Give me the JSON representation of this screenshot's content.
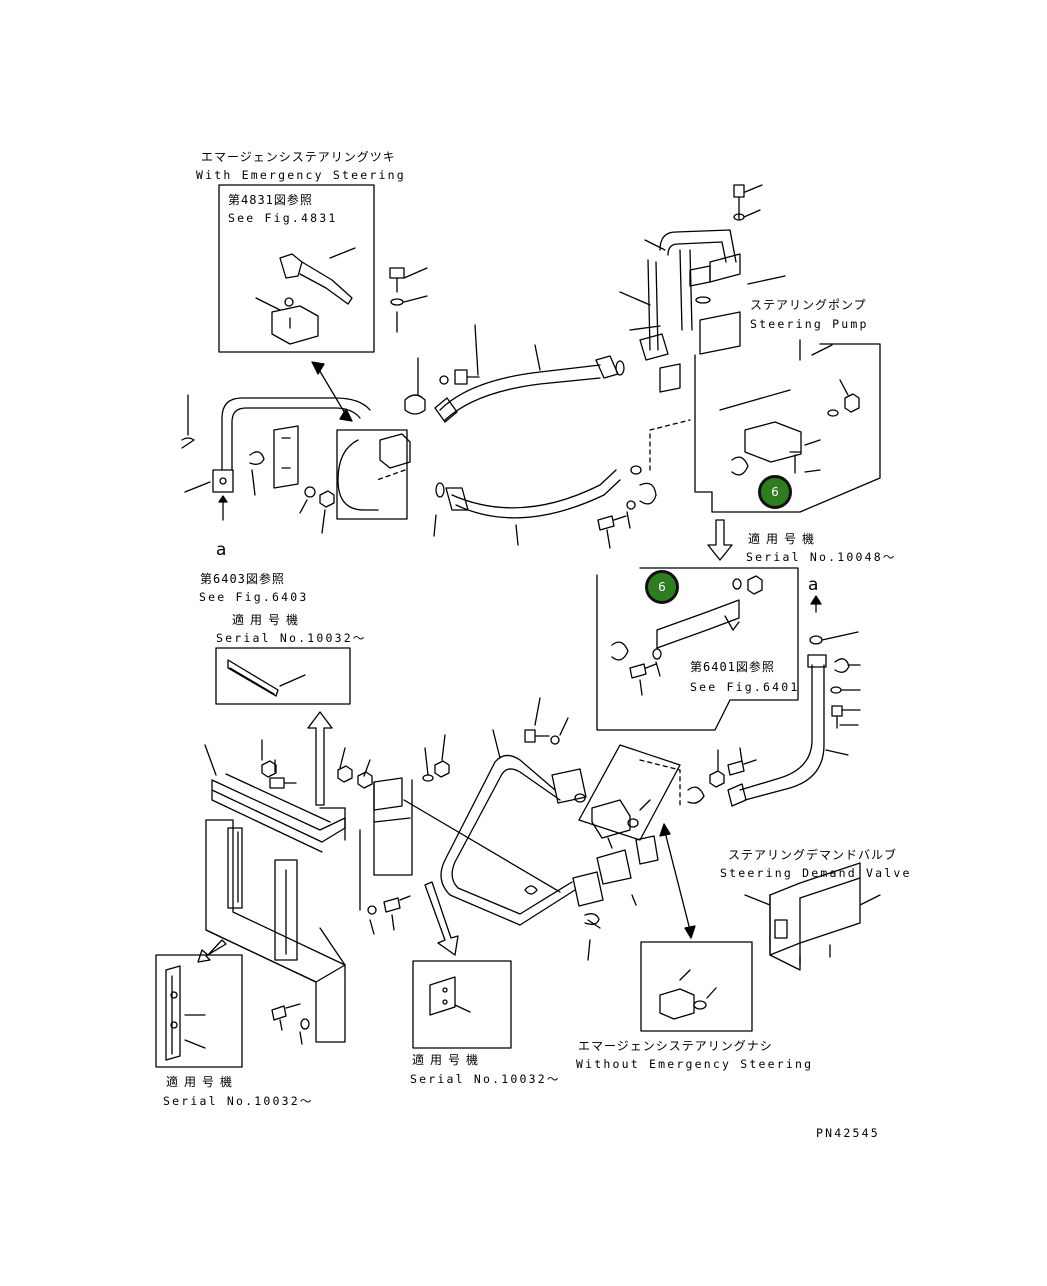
{
  "labels": {
    "emergency_jp": "エマージェンシステアリングツキ",
    "emergency_en": "With Emergency Steering",
    "fig4831_jp": "第4831図参照",
    "fig4831_en": "See Fig.4831",
    "pump_jp": "ステアリングポンプ",
    "pump_en": "Steering Pump",
    "serial_10048_jp": "適用号機",
    "serial_10048_en": "Serial No.10048～",
    "fig6401_jp": "第6401図参照",
    "fig6401_en": "See Fig.6401",
    "fig6403_jp": "第6403図参照",
    "fig6403_en": "See Fig.6403",
    "serial_a_jp": "適用号機",
    "serial_a_en": "Serial No.10032～",
    "valve_jp": "ステアリングデマンドバルブ",
    "valve_en": "Steering Demand Valve",
    "serial_b_jp": "適用号機",
    "serial_b_en": "Serial No.10032～",
    "serial_c_jp": "適用号機",
    "serial_c_en": "Serial No.10032～",
    "without_jp": "エマージェンシステアリングナシ",
    "without_en": "Without Emergency Steering",
    "ref_a_top": "a",
    "ref_a_right": "a",
    "part_number": "PN42545"
  },
  "callouts": [
    {
      "id": "callout-1",
      "text": "6",
      "color": "#2e7d1e"
    },
    {
      "id": "callout-2",
      "text": "6",
      "color": "#2e7d1e"
    }
  ]
}
